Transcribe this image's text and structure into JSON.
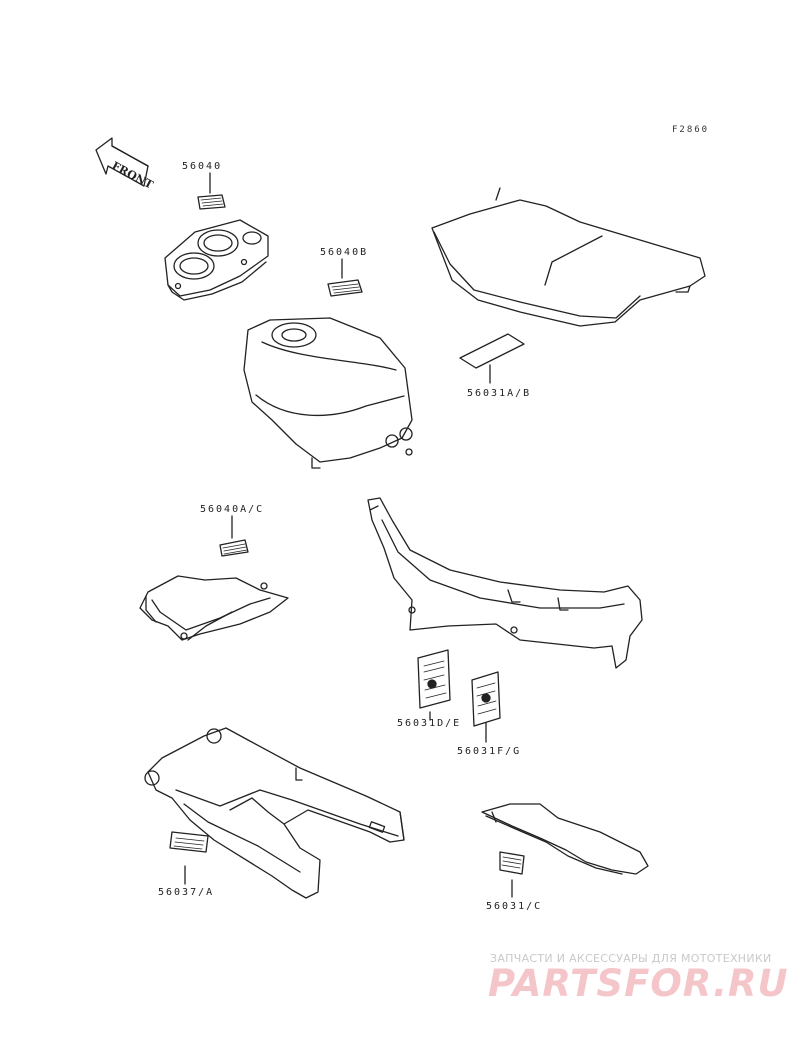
{
  "figure": {
    "code": "F2860",
    "front_arrow_text": "FRONT"
  },
  "labels": {
    "l1": "56040",
    "l2": "56040B",
    "l3": "56031A/B",
    "l4": "56040A/C",
    "l5": "56031D/E",
    "l6": "56031F/G",
    "l7": "56037/A",
    "l8": "56031/C"
  },
  "watermark": {
    "tagline": "ЗАПЧАСТИ И АКСЕССУАРЫ ДЛЯ МОТОТЕХНИКИ",
    "logo": "PARTSFOR.RU"
  },
  "colors": {
    "line": "#222222",
    "watermark_logo": "#f4c6c9",
    "watermark_text": "#c9c9c9"
  }
}
